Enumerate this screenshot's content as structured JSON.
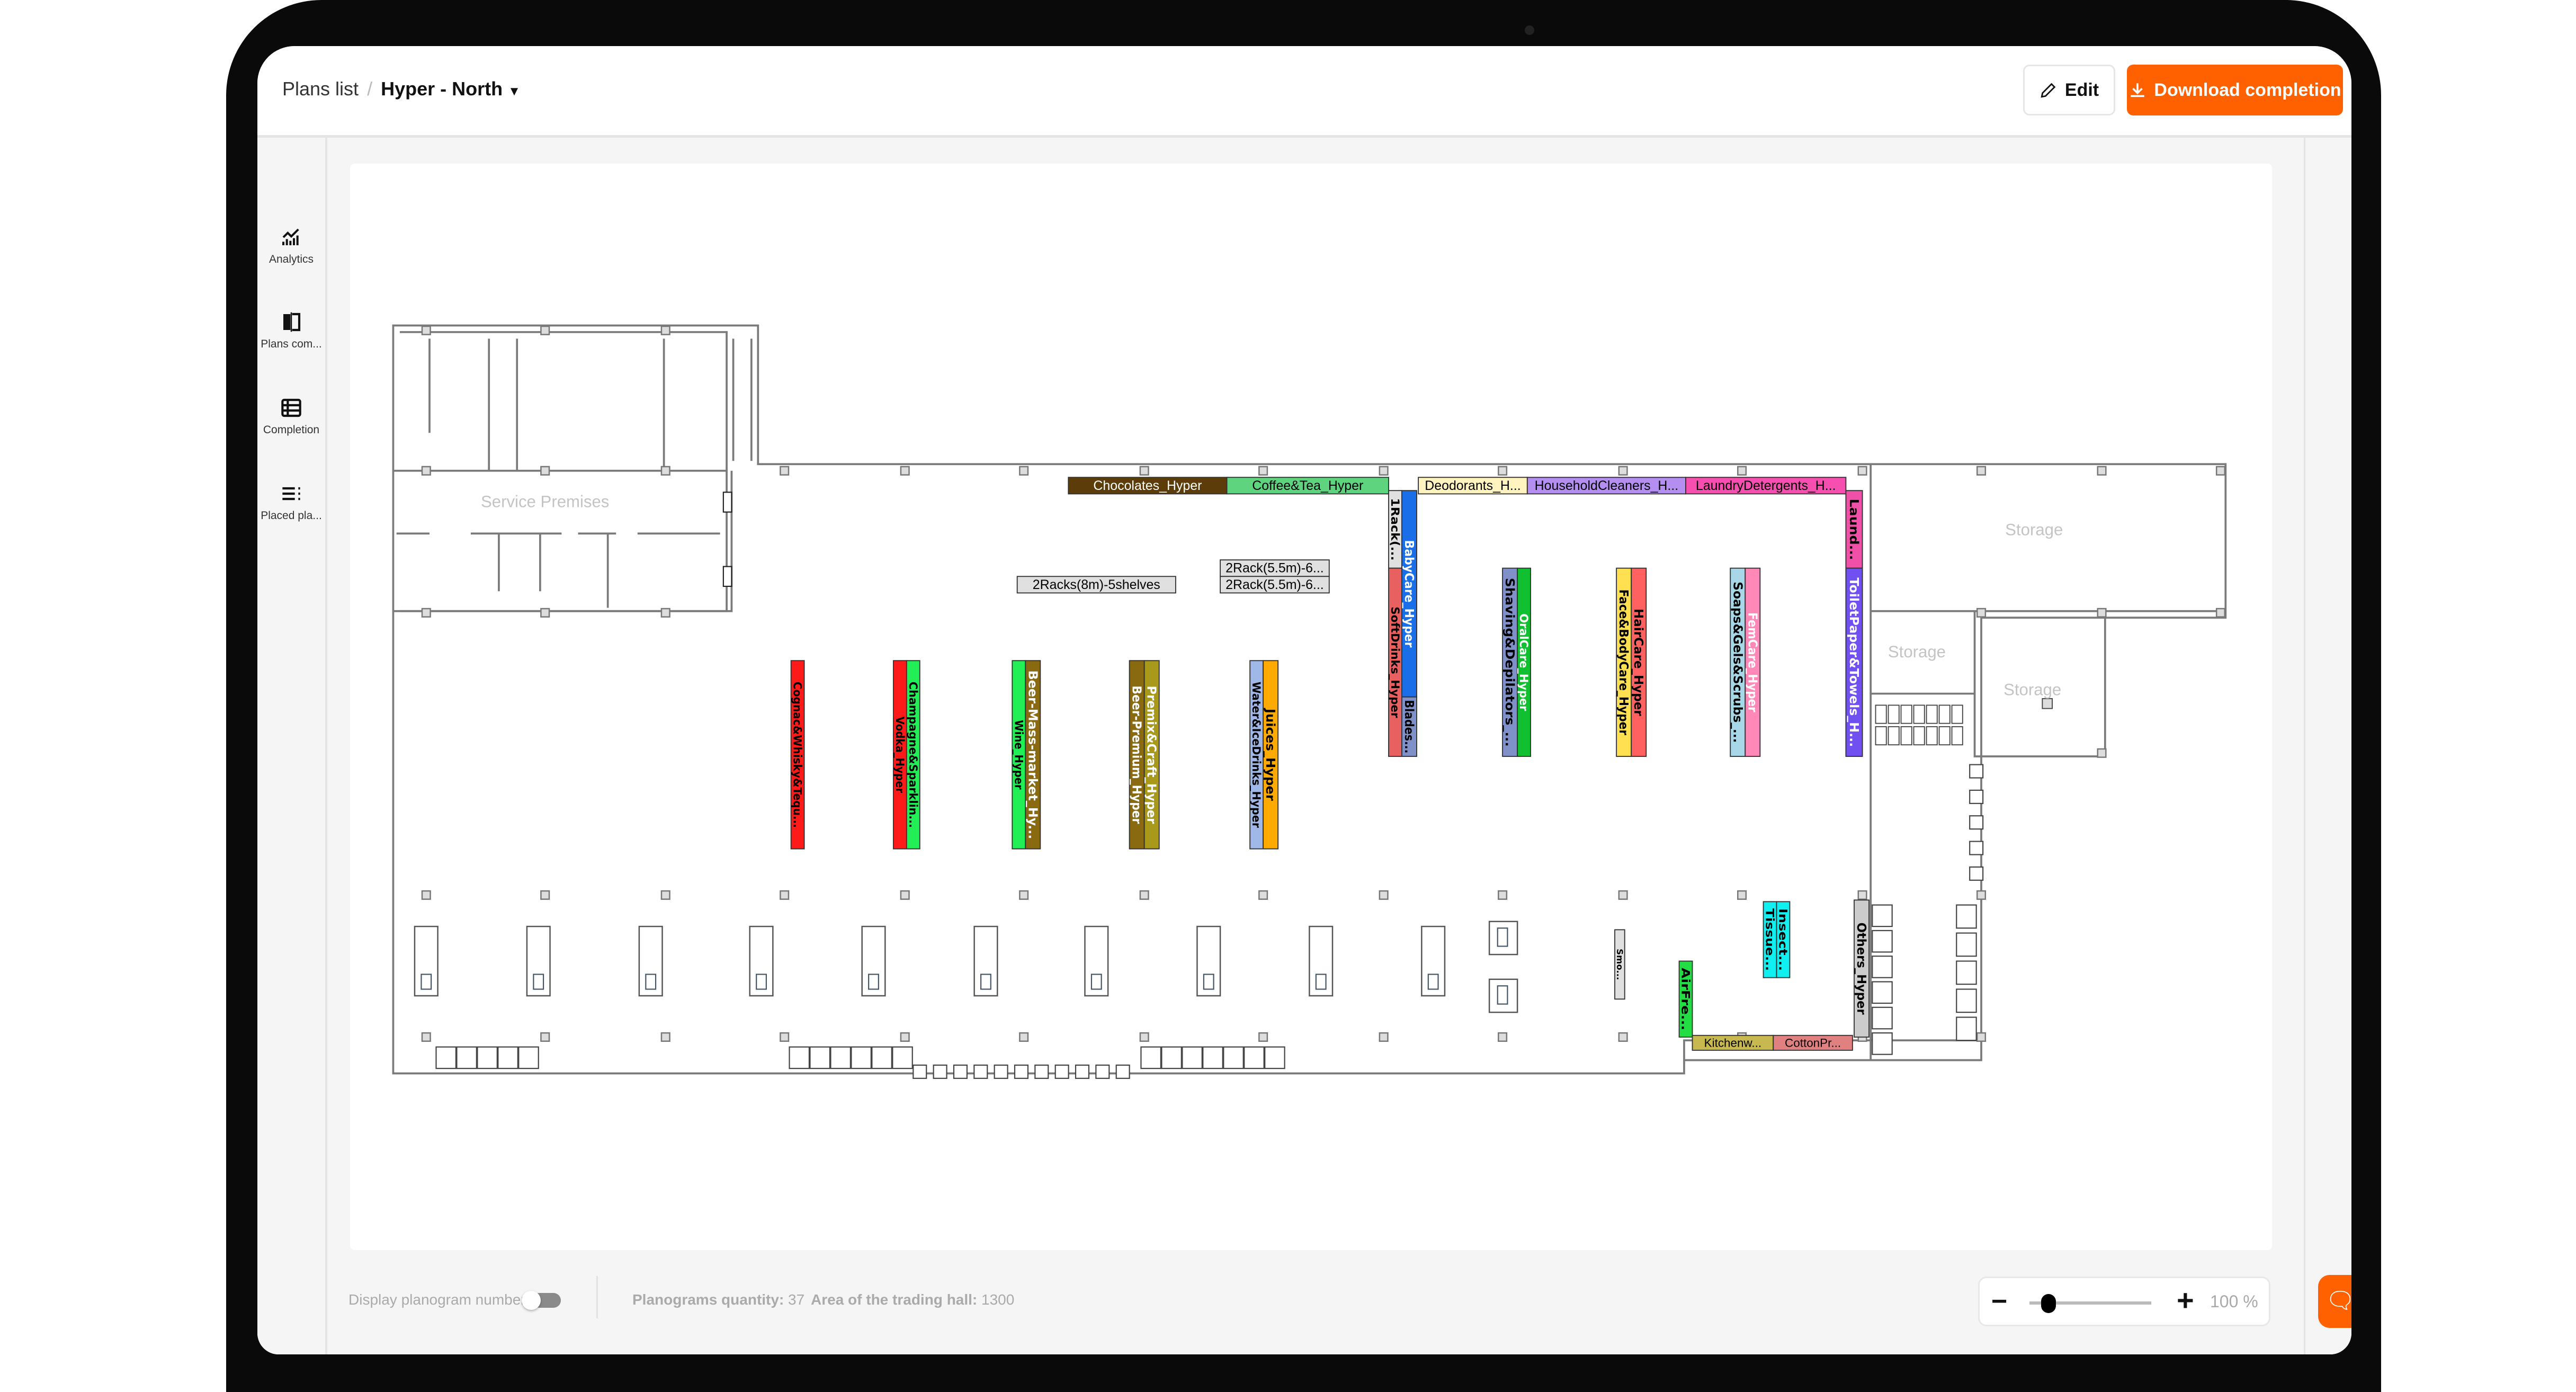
{
  "header": {
    "breadcrumb_root": "Plans list",
    "breadcrumb_separator": "/",
    "breadcrumb_current": "Hyper - North",
    "edit_label": "Edit",
    "download_label": "Download completion",
    "accent_color": "#ff6000"
  },
  "sidebar": {
    "items": [
      {
        "label": "Analytics",
        "icon": "analytics-chart-icon"
      },
      {
        "label": "Plans com...",
        "icon": "plans-compare-icon"
      },
      {
        "label": "Completion",
        "icon": "table-icon"
      },
      {
        "label": "Placed pla...",
        "icon": "list-icon"
      }
    ]
  },
  "floorplan": {
    "rooms": [
      "Service Premises",
      "Storage",
      "Storage",
      "Storage"
    ],
    "shelves": [
      {
        "label": "Chocolates_Hyper",
        "color": "#5c3d0a",
        "text": "#ffffff"
      },
      {
        "label": "Coffee&Tea_Hyper",
        "color": "#5fd47f",
        "text": "#000000"
      },
      {
        "label": "Deodorants_H...",
        "color": "#fff4bf",
        "text": "#000000"
      },
      {
        "label": "HouseholdCleaners_H...",
        "color": "#b48ef0",
        "text": "#000000"
      },
      {
        "label": "LaundryDetergents_H...",
        "color": "#f74fb0",
        "text": "#000000"
      },
      {
        "label": "2Racks(8m)-5shelves",
        "color": "#e0e0e0",
        "text": "#000000"
      },
      {
        "label": "2Rack(5.5m)-6...",
        "color": "#e0e0e0",
        "text": "#000000"
      },
      {
        "label": "2Rack(5.5m)-6...",
        "color": "#e0e0e0",
        "text": "#000000"
      },
      {
        "label": "Cognac&Whisky&Tequ...",
        "color": "#ff1a1a",
        "text": "#000000"
      },
      {
        "label": "Vodka_Hyper",
        "color": "#ff1a1a",
        "text": "#000000"
      },
      {
        "label": "Champagne&Sparklin...",
        "color": "#22ee55",
        "text": "#000000"
      },
      {
        "label": "Wine_Hyper",
        "color": "#22ee55",
        "text": "#000000"
      },
      {
        "label": "Beer-Mass-market_Hy...",
        "color": "#8a6a10",
        "text": "#ffffff"
      },
      {
        "label": "Beer-Premium_Hyper",
        "color": "#8a6a10",
        "text": "#ffffff"
      },
      {
        "label": "Premix&Craft_Hyper",
        "color": "#a8991a",
        "text": "#ffffff"
      },
      {
        "label": "Water&IceDrinks_Hyper",
        "color": "#a0b8e8",
        "text": "#000000"
      },
      {
        "label": "Juices_Hyper",
        "color": "#ffaa00",
        "text": "#000000"
      },
      {
        "label": "1Rack(...",
        "color": "#e0e0e0",
        "text": "#000000"
      },
      {
        "label": "SoftDrinks_Hyper",
        "color": "#e86060",
        "text": "#000000"
      },
      {
        "label": "BabyCare_Hyper",
        "color": "#1a6fe8",
        "text": "#ffffff"
      },
      {
        "label": "Blades...",
        "color": "#8090c8",
        "text": "#000000"
      },
      {
        "label": "Shaving&Depilators_...",
        "color": "#8090c8",
        "text": "#000000"
      },
      {
        "label": "OralCare_Hyper",
        "color": "#10c030",
        "text": "#ffffff"
      },
      {
        "label": "Face&BodyCare_Hyper",
        "color": "#ffe050",
        "text": "#000000"
      },
      {
        "label": "HairCare_Hyper",
        "color": "#ff6060",
        "text": "#000000"
      },
      {
        "label": "Soaps&Gels&Scrubs_...",
        "color": "#a8d8e8",
        "text": "#000000"
      },
      {
        "label": "FemCare_Hyper",
        "color": "#ff88b8",
        "text": "#ffffff"
      },
      {
        "label": "Laund...",
        "color": "#f050a8",
        "text": "#000000"
      },
      {
        "label": "ToiletPaper&Towels_H...",
        "color": "#7050f0",
        "text": "#ffffff"
      },
      {
        "label": "Smo...",
        "color": "#e0e0e0",
        "text": "#000000"
      },
      {
        "label": "AirFre...",
        "color": "#22dd44",
        "text": "#000000"
      },
      {
        "label": "Tissue...",
        "color": "#10f0f0",
        "text": "#000000"
      },
      {
        "label": "Insect...",
        "color": "#10f0f0",
        "text": "#000000"
      },
      {
        "label": "Kitchenw...",
        "color": "#c8b850",
        "text": "#000000"
      },
      {
        "label": "CottonPr...",
        "color": "#e08080",
        "text": "#000000"
      },
      {
        "label": "Others_Hyper",
        "color": "#cccccc",
        "text": "#000000"
      }
    ]
  },
  "footer": {
    "display_number_label": "Display planogram number",
    "display_number_enabled": false,
    "planograms_quantity_label": "Planograms quantity:",
    "planograms_quantity": "37",
    "area_label": "Area of the trading hall:",
    "area_value": "1300",
    "zoom_minus": "−",
    "zoom_plus": "+",
    "zoom_percent": "100 %",
    "zoom_level": 100
  }
}
